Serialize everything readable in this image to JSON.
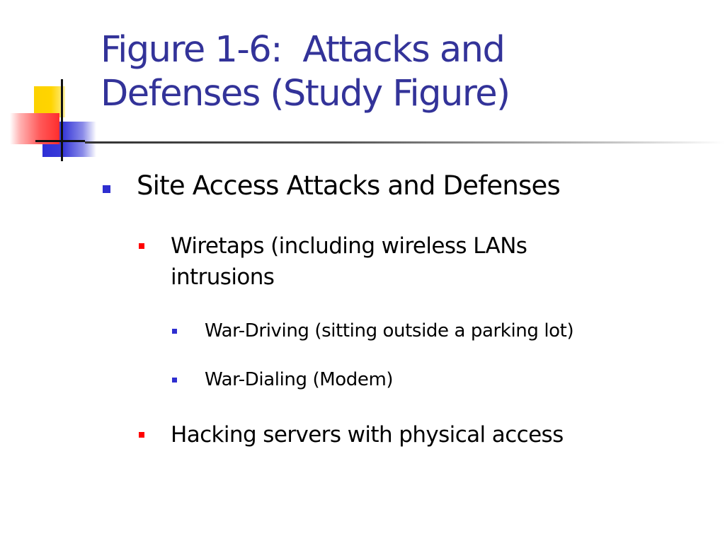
{
  "slide": {
    "title": "Figure 1-6:  Attacks and\nDefenses (Study Figure)",
    "bullets": [
      {
        "level": 1,
        "text": "Site Access Attacks and Defenses"
      },
      {
        "level": 2,
        "text": "Wiretaps (including wireless LANs intrusions"
      },
      {
        "level": 3,
        "text": "War-Driving (sitting outside a parking lot)"
      },
      {
        "level": 3,
        "text": "War-Dialing (Modem)"
      },
      {
        "level": 2,
        "text": "Hacking servers with physical access"
      }
    ]
  },
  "colors": {
    "title": "#333399",
    "level1_bullet": "#2e2ed0",
    "level2_bullet": "#ff0000",
    "level3_bullet": "#2e2ed0",
    "body_text": "#000000",
    "logo_yellow": "#ffd400",
    "logo_blue": "#3b3cd9",
    "logo_red": "#ff2d2d"
  },
  "icons": {
    "logo": "overlapping-squares-crosshair-logo",
    "level1_marker": "square-bullet-blue",
    "level2_marker": "square-bullet-red",
    "level3_marker": "square-bullet-blue-small"
  }
}
